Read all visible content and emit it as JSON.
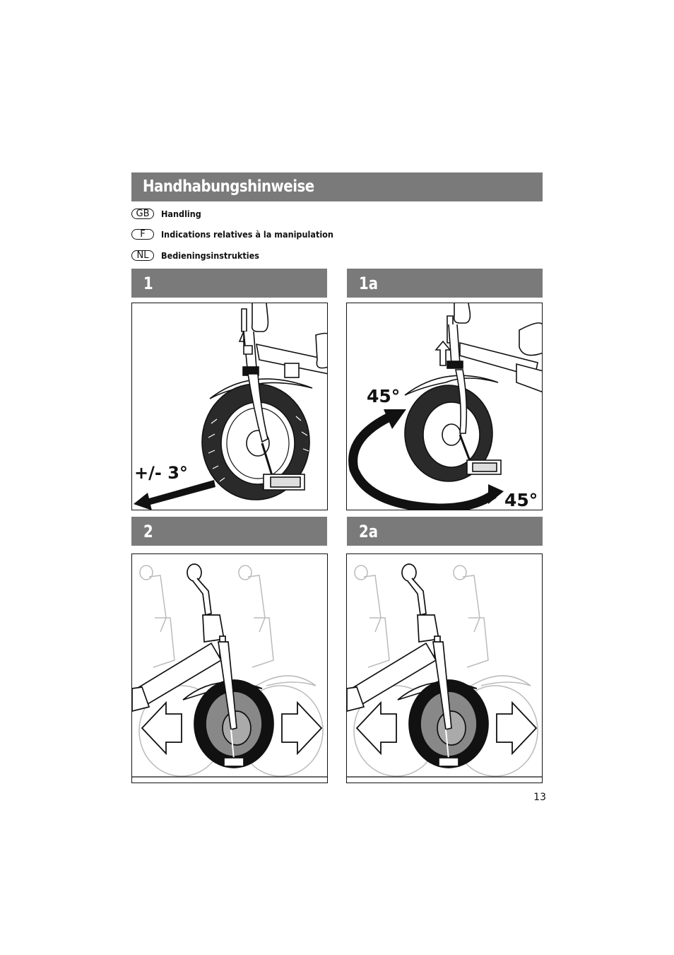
{
  "header": {
    "title": "Handhabungshinweise"
  },
  "languages": [
    {
      "code": "GB",
      "label": "Handling"
    },
    {
      "code": "F",
      "label": "Indications relatives à la manipulation"
    },
    {
      "code": "NL",
      "label": "Bedieningsinstrukties"
    }
  ],
  "steps": {
    "s1": {
      "label": "1",
      "annotation": "+/- 3°"
    },
    "s1a": {
      "label": "1a",
      "annotation_top": "45°",
      "annotation_bottom": "45°"
    },
    "s2": {
      "label": "2"
    },
    "s2a": {
      "label": "2a"
    }
  },
  "footer": {
    "page_number": "13"
  },
  "colors": {
    "bar": "#7a7a7a",
    "ink": "#111111"
  }
}
